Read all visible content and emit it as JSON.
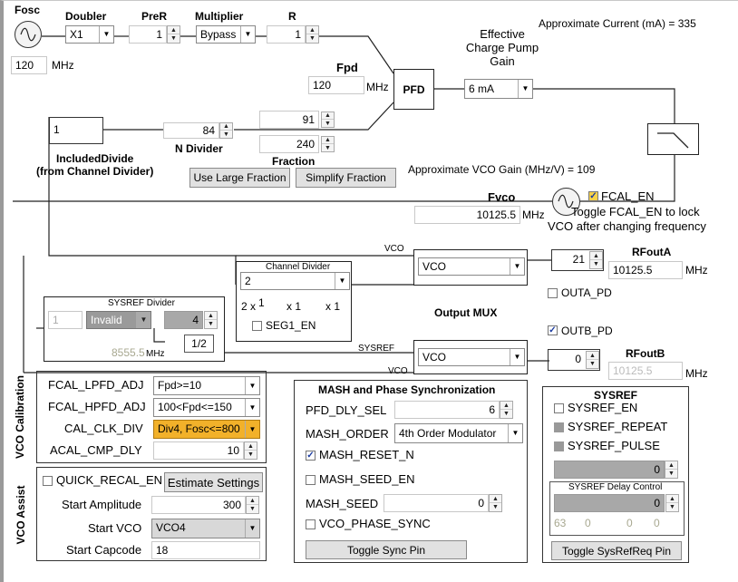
{
  "top": {
    "fosc_label": "Fosc",
    "fosc_value": "120",
    "fosc_unit": "MHz",
    "doubler_label": "Doubler",
    "doubler_value": "X1",
    "prer_label": "PreR",
    "prer_value": "1",
    "multiplier_label": "Multiplier",
    "multiplier_value": "Bypass",
    "r_label": "R",
    "r_value": "1",
    "current_label": "Approximate Current (mA) = 335",
    "fpd_label": "Fpd",
    "fpd_value": "120",
    "fpd_unit": "MHz",
    "pfd_label": "PFD",
    "cp_label_1": "Effective",
    "cp_label_2": "Charge Pump",
    "cp_label_3": "Gain",
    "cp_value": "6 mA"
  },
  "ndiv": {
    "included_value": "1",
    "included_label_1": "IncludedDivide",
    "included_label_2": "(from Channel Divider)",
    "n_value": "84",
    "n_label": "N Divider",
    "num_value": "91",
    "den_value": "240",
    "fraction_label": "Fraction",
    "large_fraction_button": "Use Large Fraction",
    "simplify_button": "Simplify Fraction",
    "vco_gain_label": "Approximate VCO Gain (MHz/V) =  109"
  },
  "vco": {
    "fvco_label": "Fvco",
    "fvco_value": "10125.5",
    "fvco_unit": "MHz",
    "fcal_en_label": "FCAL_EN",
    "fcal_en_checked": "✓",
    "fcal_note_1": "Toggle FCAL_EN to lock",
    "fcal_note_2": "VCO after changing frequency",
    "vco_wire_a": "VCO",
    "vco_wire_b": "VCO",
    "sysref_wire": "SYSREF"
  },
  "chan_div": {
    "title": "Channel  Divider",
    "value": "2",
    "m1": "2 x",
    "s1": "1",
    "m2": "x 1",
    "m3": "x 1",
    "seg1_label": "SEG1_EN"
  },
  "sysref_div": {
    "title": "SYSREF Divider",
    "pre_value": "1",
    "mode_value": "Invalid",
    "div_value": "4",
    "freq_value": "8555.5",
    "freq_unit": "MHz",
    "half_label": "1/2"
  },
  "mux": {
    "output_mux_label": "Output MUX",
    "muxa_value": "VCO",
    "muxb_value": "VCO",
    "rfouta_label": "RFoutA",
    "rfouta_pwr": "21",
    "rfouta_value": "10125.5",
    "rfouta_unit": "MHz",
    "outa_pd_label": "OUTA_PD",
    "outb_pd_label": "OUTB_PD",
    "outb_pd_checked": "✓",
    "rfoutb_label": "RFoutB",
    "rfoutb_pwr": "0",
    "rfoutb_value": "10125.5",
    "rfoutb_unit": "MHz"
  },
  "vco_cal": {
    "section_label": "VCO Calibration",
    "lpfd_label": "FCAL_LPFD_ADJ",
    "lpfd_value": "Fpd>=10",
    "hpfd_label": "FCAL_HPFD_ADJ",
    "hpfd_value": "100<Fpd<=150",
    "clkdiv_label": "CAL_CLK_DIV",
    "clkdiv_value": "Div4, Fosc<=800",
    "acal_label": "ACAL_CMP_DLY",
    "acal_value": "10"
  },
  "vco_assist": {
    "section_label": "VCO Assist",
    "quick_label": "QUICK_RECAL_EN",
    "estimate_button": "Estimate Settings",
    "amp_label": "Start Amplitude",
    "amp_value": "300",
    "startvco_label": "Start VCO",
    "startvco_value": "VCO4",
    "capcode_label": "Start Capcode",
    "capcode_value": "18"
  },
  "mash": {
    "title": "MASH and Phase Synchronization",
    "pfd_dly_label": "PFD_DLY_SEL",
    "pfd_dly_value": "6",
    "order_label": "MASH_ORDER",
    "order_value": "4th Order Modulator",
    "reset_label": "MASH_RESET_N",
    "reset_checked": "✓",
    "seed_en_label": "MASH_SEED_EN",
    "seed_label": "MASH_SEED",
    "seed_value": "0",
    "phase_sync_label": "VCO_PHASE_SYNC",
    "sync_button": "Toggle Sync Pin"
  },
  "sysref": {
    "title": "SYSREF",
    "en_label": "SYSREF_EN",
    "repeat_label": "SYSREF_REPEAT",
    "pulse_label": "SYSREF_PULSE",
    "count_value": "0",
    "delay_title": "SYSREF Delay Control",
    "delay_value": "0",
    "d1": "63",
    "d2": "0",
    "d3": "0",
    "d4": "0",
    "req_button": "Toggle SysRefReq Pin"
  }
}
